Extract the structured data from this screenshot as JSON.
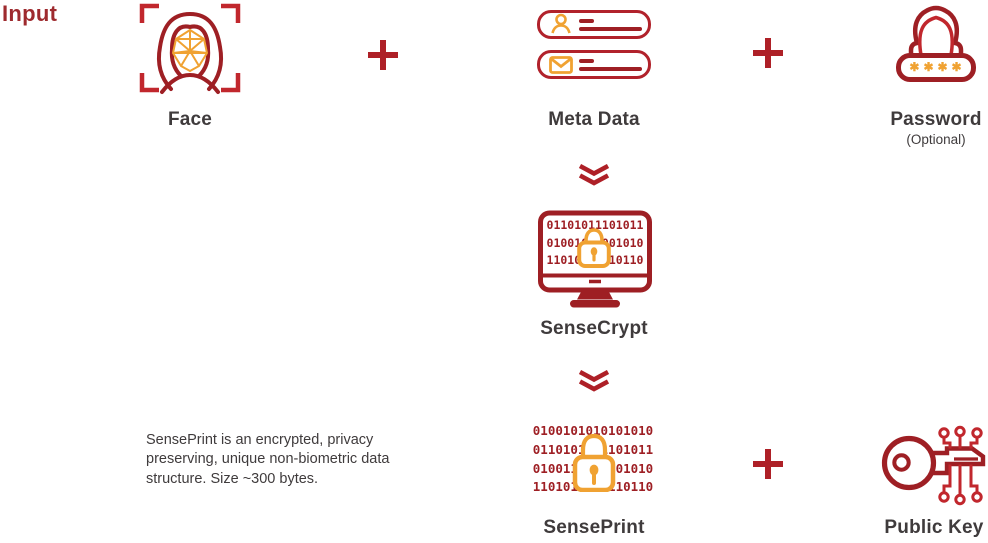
{
  "colors": {
    "dark_red": "#9E1F24",
    "mid_red": "#AE2027",
    "bright_red": "#C1272D",
    "orange": "#F0A232",
    "text": "#3F3B3C",
    "input_label_color": "#9E2A2E",
    "background": "#FFFFFF"
  },
  "header": {
    "input_label": "Input"
  },
  "inputs_row": {
    "face": {
      "label": "Face"
    },
    "meta_data": {
      "label": "Meta Data"
    },
    "password": {
      "label": "Password",
      "sublabel": "(Optional)",
      "dots": "✱✱✱✱"
    }
  },
  "process": {
    "sensecrypt": {
      "label": "SenseCrypt",
      "binary_rows": [
        "01101011101011",
        "01001011001010",
        "11010101010110"
      ]
    },
    "senseprint": {
      "label": "SensePrint",
      "binary_rows": [
        "0100101010101010",
        "0110101101101011",
        "0100110101001010",
        "1101011010110110"
      ],
      "description": "SensePrint is an encrypted, privacy preserving, unique non-biometric data structure. Size ~300 bytes."
    }
  },
  "outputs": {
    "public_key": {
      "label": "Public Key"
    }
  },
  "icons": {
    "face_scan": "viewfinder-corners with woman portrait and orange face-mesh",
    "plus": "+",
    "chevron_down": "double chevron pointing down",
    "user": "person outline",
    "envelope": "mail outline",
    "password_lock": "padlock dome over asterisk field",
    "monitor_lock": "computer screen with binary and padlock",
    "senseprint_lock": "binary block with padlock",
    "public_key": "key with circuit nodes"
  }
}
